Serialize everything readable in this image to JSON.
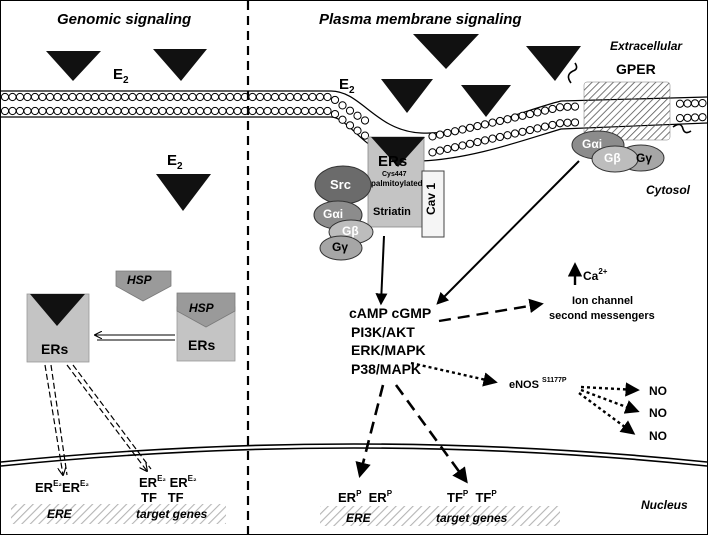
{
  "titles": {
    "genomic": "Genomic signaling",
    "membrane": "Plasma membrane signaling"
  },
  "compartments": {
    "extracellular": "Extracellular",
    "cytosol": "Cytosol",
    "nucleus": "Nucleus"
  },
  "ligand": {
    "base": "E",
    "sub": "2"
  },
  "gper": "GPER",
  "complex": {
    "src": "Src",
    "ers": "ERs",
    "cys_line1": "Cys447",
    "cys_line2": "palmitoylated",
    "striatin": "Striatin",
    "cav1": "Cav 1",
    "gai": "Gαi",
    "gb": "Gβ",
    "gy": "Gγ"
  },
  "gper_proteins": {
    "gai": "Gαi",
    "gb": "Gβ",
    "gy": "Gγ"
  },
  "genomic_path": {
    "hsp_top": "HSP",
    "hsp_bound": "HSP",
    "ers_bound": "ERs",
    "ers_free": "ERs"
  },
  "messengers": {
    "line1": "cAMP cGMP",
    "line2": "PI3K/AKT",
    "line3": "ERK/MAPK",
    "line4": "P38/MAPK"
  },
  "calcium": {
    "base": "Ca",
    "sup": "2+"
  },
  "ion_channel": {
    "line1": "Ion channel",
    "line2": "second messengers"
  },
  "enos": {
    "base": "eNOS",
    "sup": "S1177P"
  },
  "no_labels": [
    "NO",
    "NO",
    "NO"
  ],
  "nucleus_left": {
    "er_base": "ER",
    "er_sup": "E₂",
    "tf": "TF",
    "ere": "ERE",
    "target": "target genes"
  },
  "nucleus_right": {
    "er_base": "ER",
    "er_sup": "P",
    "tf_base": "TF",
    "tf_sup": "P",
    "ere": "ERE",
    "target": "target genes"
  },
  "colors": {
    "membrane_circle": "#ffffff",
    "ligand": "#111111",
    "hsp": "#9a9a9a",
    "er_box": "#c4c4c4",
    "src": "#6b6b6b",
    "g_alpha": "#8c8c8c",
    "g_beta": "#bdbdbd",
    "g_gamma": "#a6a6a6"
  }
}
